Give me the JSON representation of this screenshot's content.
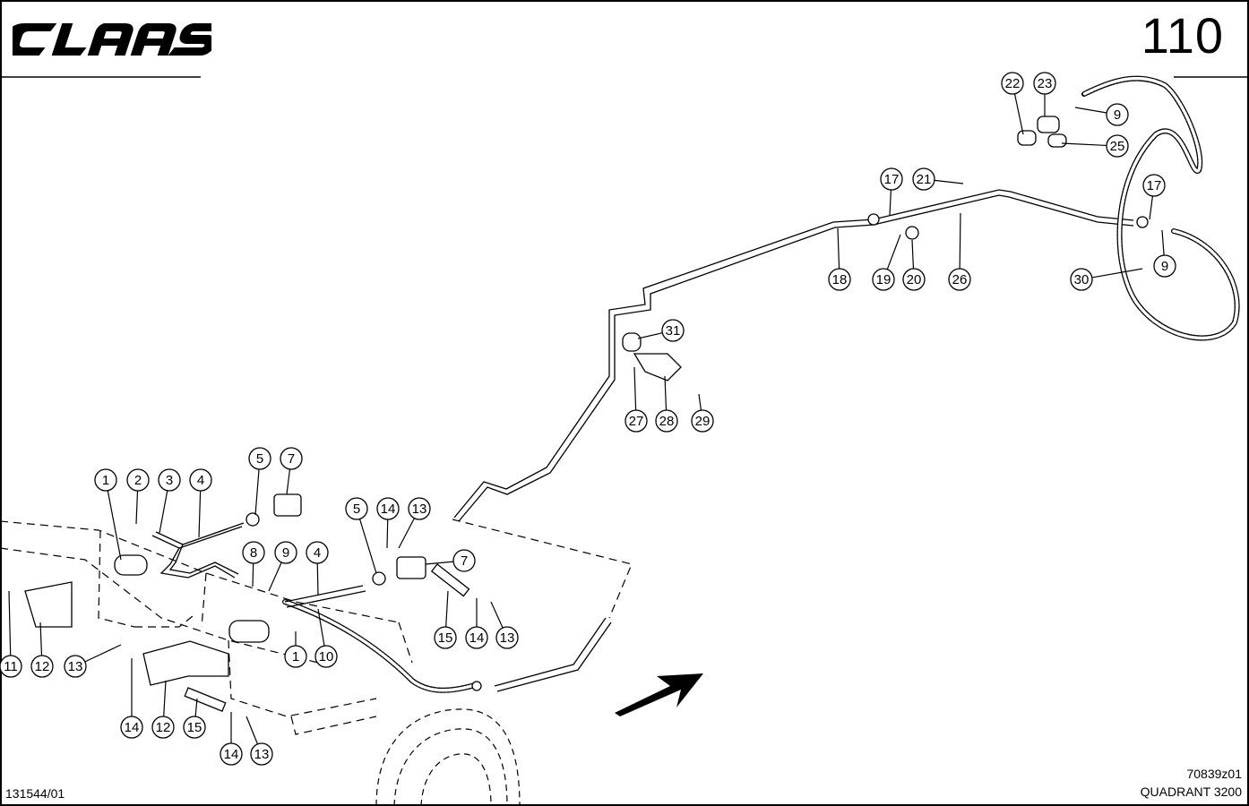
{
  "header": {
    "brand": "CLAAS",
    "page_number": "110"
  },
  "footer": {
    "left_code": "131544/01",
    "drawing_code": "70839z01",
    "model": "QUADRANT 3200"
  },
  "callouts": [
    {
      "id": "c1a",
      "label": "1"
    },
    {
      "id": "c2",
      "label": "2"
    },
    {
      "id": "c3",
      "label": "3"
    },
    {
      "id": "c4a",
      "label": "4"
    },
    {
      "id": "c5a",
      "label": "5"
    },
    {
      "id": "c7a",
      "label": "7"
    },
    {
      "id": "c8",
      "label": "8"
    },
    {
      "id": "c9a",
      "label": "9"
    },
    {
      "id": "c4b",
      "label": "4"
    },
    {
      "id": "c5b",
      "label": "5"
    },
    {
      "id": "c14a",
      "label": "14"
    },
    {
      "id": "c13a",
      "label": "13"
    },
    {
      "id": "c7b",
      "label": "7"
    },
    {
      "id": "c1b",
      "label": "1"
    },
    {
      "id": "c10",
      "label": "10"
    },
    {
      "id": "c15a",
      "label": "15"
    },
    {
      "id": "c14b",
      "label": "14"
    },
    {
      "id": "c13b",
      "label": "13"
    },
    {
      "id": "c11",
      "label": "11"
    },
    {
      "id": "c12a",
      "label": "12"
    },
    {
      "id": "c13c",
      "label": "13"
    },
    {
      "id": "c14c",
      "label": "14"
    },
    {
      "id": "c12b",
      "label": "12"
    },
    {
      "id": "c15b",
      "label": "15"
    },
    {
      "id": "c14d",
      "label": "14"
    },
    {
      "id": "c13d",
      "label": "13"
    },
    {
      "id": "c22",
      "label": "22"
    },
    {
      "id": "c23",
      "label": "23"
    },
    {
      "id": "c9b",
      "label": "9"
    },
    {
      "id": "c25",
      "label": "25"
    },
    {
      "id": "c17a",
      "label": "17"
    },
    {
      "id": "c21",
      "label": "21"
    },
    {
      "id": "c17b",
      "label": "17"
    },
    {
      "id": "c9c",
      "label": "9"
    },
    {
      "id": "c18",
      "label": "18"
    },
    {
      "id": "c19",
      "label": "19"
    },
    {
      "id": "c20",
      "label": "20"
    },
    {
      "id": "c26",
      "label": "26"
    },
    {
      "id": "c30",
      "label": "30"
    },
    {
      "id": "c31",
      "label": "31"
    },
    {
      "id": "c27",
      "label": "27"
    },
    {
      "id": "c28",
      "label": "28"
    },
    {
      "id": "c29",
      "label": "29"
    }
  ]
}
